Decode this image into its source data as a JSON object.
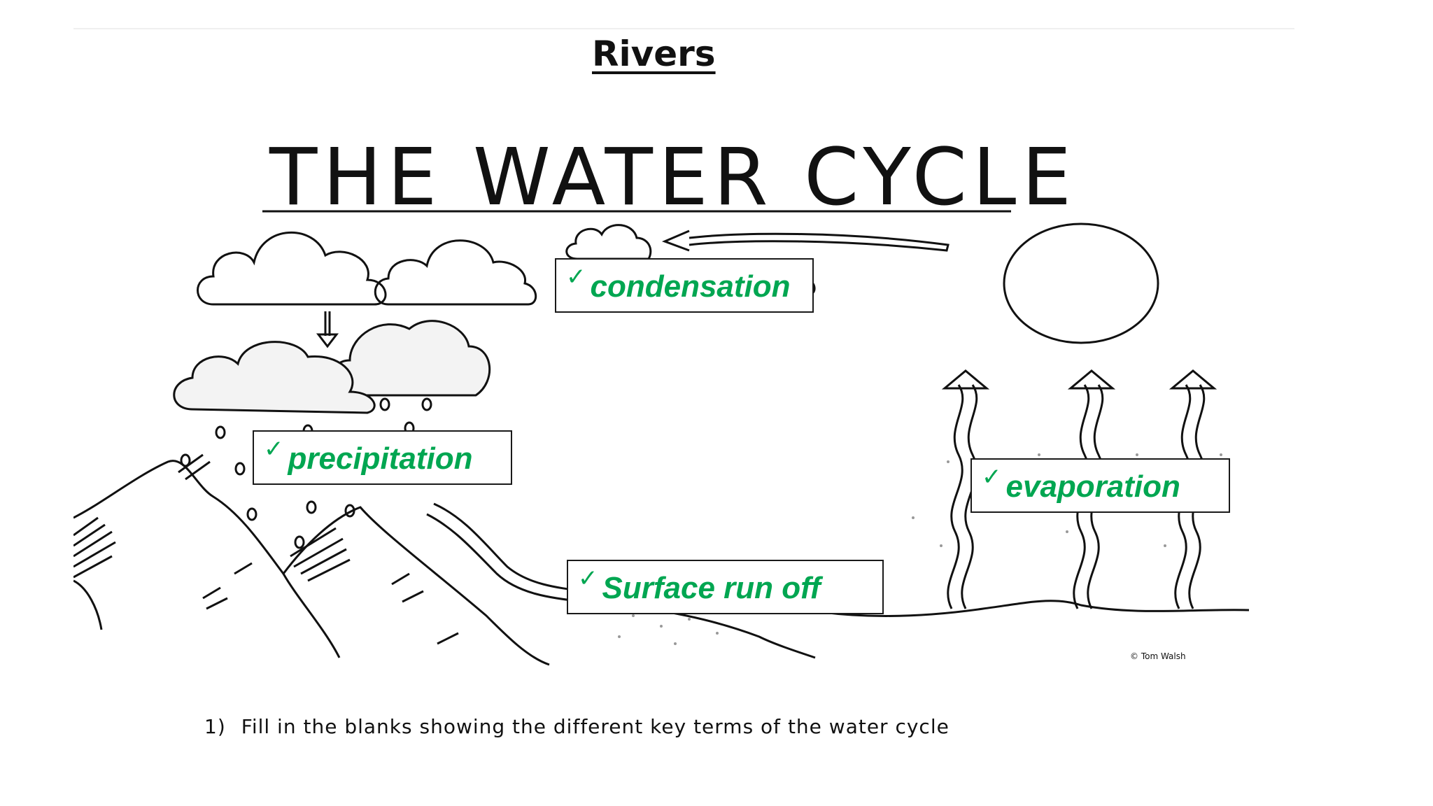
{
  "slide": {
    "title": "Rivers",
    "question_number": "1)",
    "question_text": "Fill in the blanks showing the different key terms of the water cycle"
  },
  "diagram": {
    "heading": "THE WATER CYCLE",
    "copyright": "© Tom Walsh"
  },
  "labels": {
    "tick_glyph": "✓",
    "condensation": "condensation",
    "precipitation": "precipitation",
    "evaporation": "evaporation",
    "surface_run_off": "Surface run off"
  },
  "colors": {
    "answer_text": "#00a651",
    "line_art": "#111111",
    "background": "#ffffff"
  },
  "icons": [
    "cloud-icon",
    "sun-icon",
    "raindrop-icon",
    "mountain-icon",
    "evaporation-arrow-icon",
    "check-icon"
  ]
}
